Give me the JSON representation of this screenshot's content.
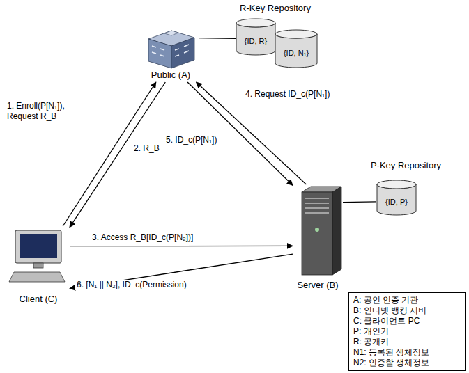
{
  "diagram": {
    "nodes": [
      {
        "text": [
          "R-Key Repository"
        ]
      },
      {
        "text": [
          "{ID, R}"
        ],
        "in": 0
      },
      {
        "text": [
          "{ID, N₁}"
        ],
        "in": 0
      },
      {
        "text": [
          "Public (A)"
        ]
      },
      {
        "text": [
          "P-Key Repository"
        ]
      },
      {
        "text": [
          "{ID, P}"
        ],
        "in": 4
      },
      {
        "text": [
          "Client (C)"
        ]
      },
      {
        "text": [
          "Server (B)"
        ]
      },
      {
        "text": [
          "A: 공인 인증 기관",
          "B: 인터넷 뱅킹 서버",
          "C: 클라이언트 PC",
          "P: 개인키",
          "R: 공개키",
          "N1: 등록된 생체정보",
          "N2: 인증할 생체정보"
        ]
      }
    ],
    "edges": [
      {
        "from": 6,
        "to": 3,
        "label": "1. Enroll(P[N₁]), Request R_B",
        "arrow": "to"
      },
      {
        "from": 3,
        "to": 6,
        "label": "2. R_B",
        "arrow": "to"
      },
      {
        "from": 6,
        "to": 7,
        "label": "3. Access R_B[ID_c(P[N₂])]",
        "arrow": "to"
      },
      {
        "from": 7,
        "to": 3,
        "label": "4. Request ID_c(P[N₁])",
        "arrow": "to"
      },
      {
        "from": 3,
        "to": 7,
        "label": "5. ID_c(P[N₁])",
        "arrow": "to"
      },
      {
        "from": 7,
        "to": 6,
        "label": "6. [N₁ || N₂], ID_c(Permission)",
        "arrow": "to"
      },
      {
        "from": 3,
        "to": 1,
        "arrow": "none"
      },
      {
        "from": 7,
        "to": 5,
        "arrow": "none"
      }
    ]
  }
}
